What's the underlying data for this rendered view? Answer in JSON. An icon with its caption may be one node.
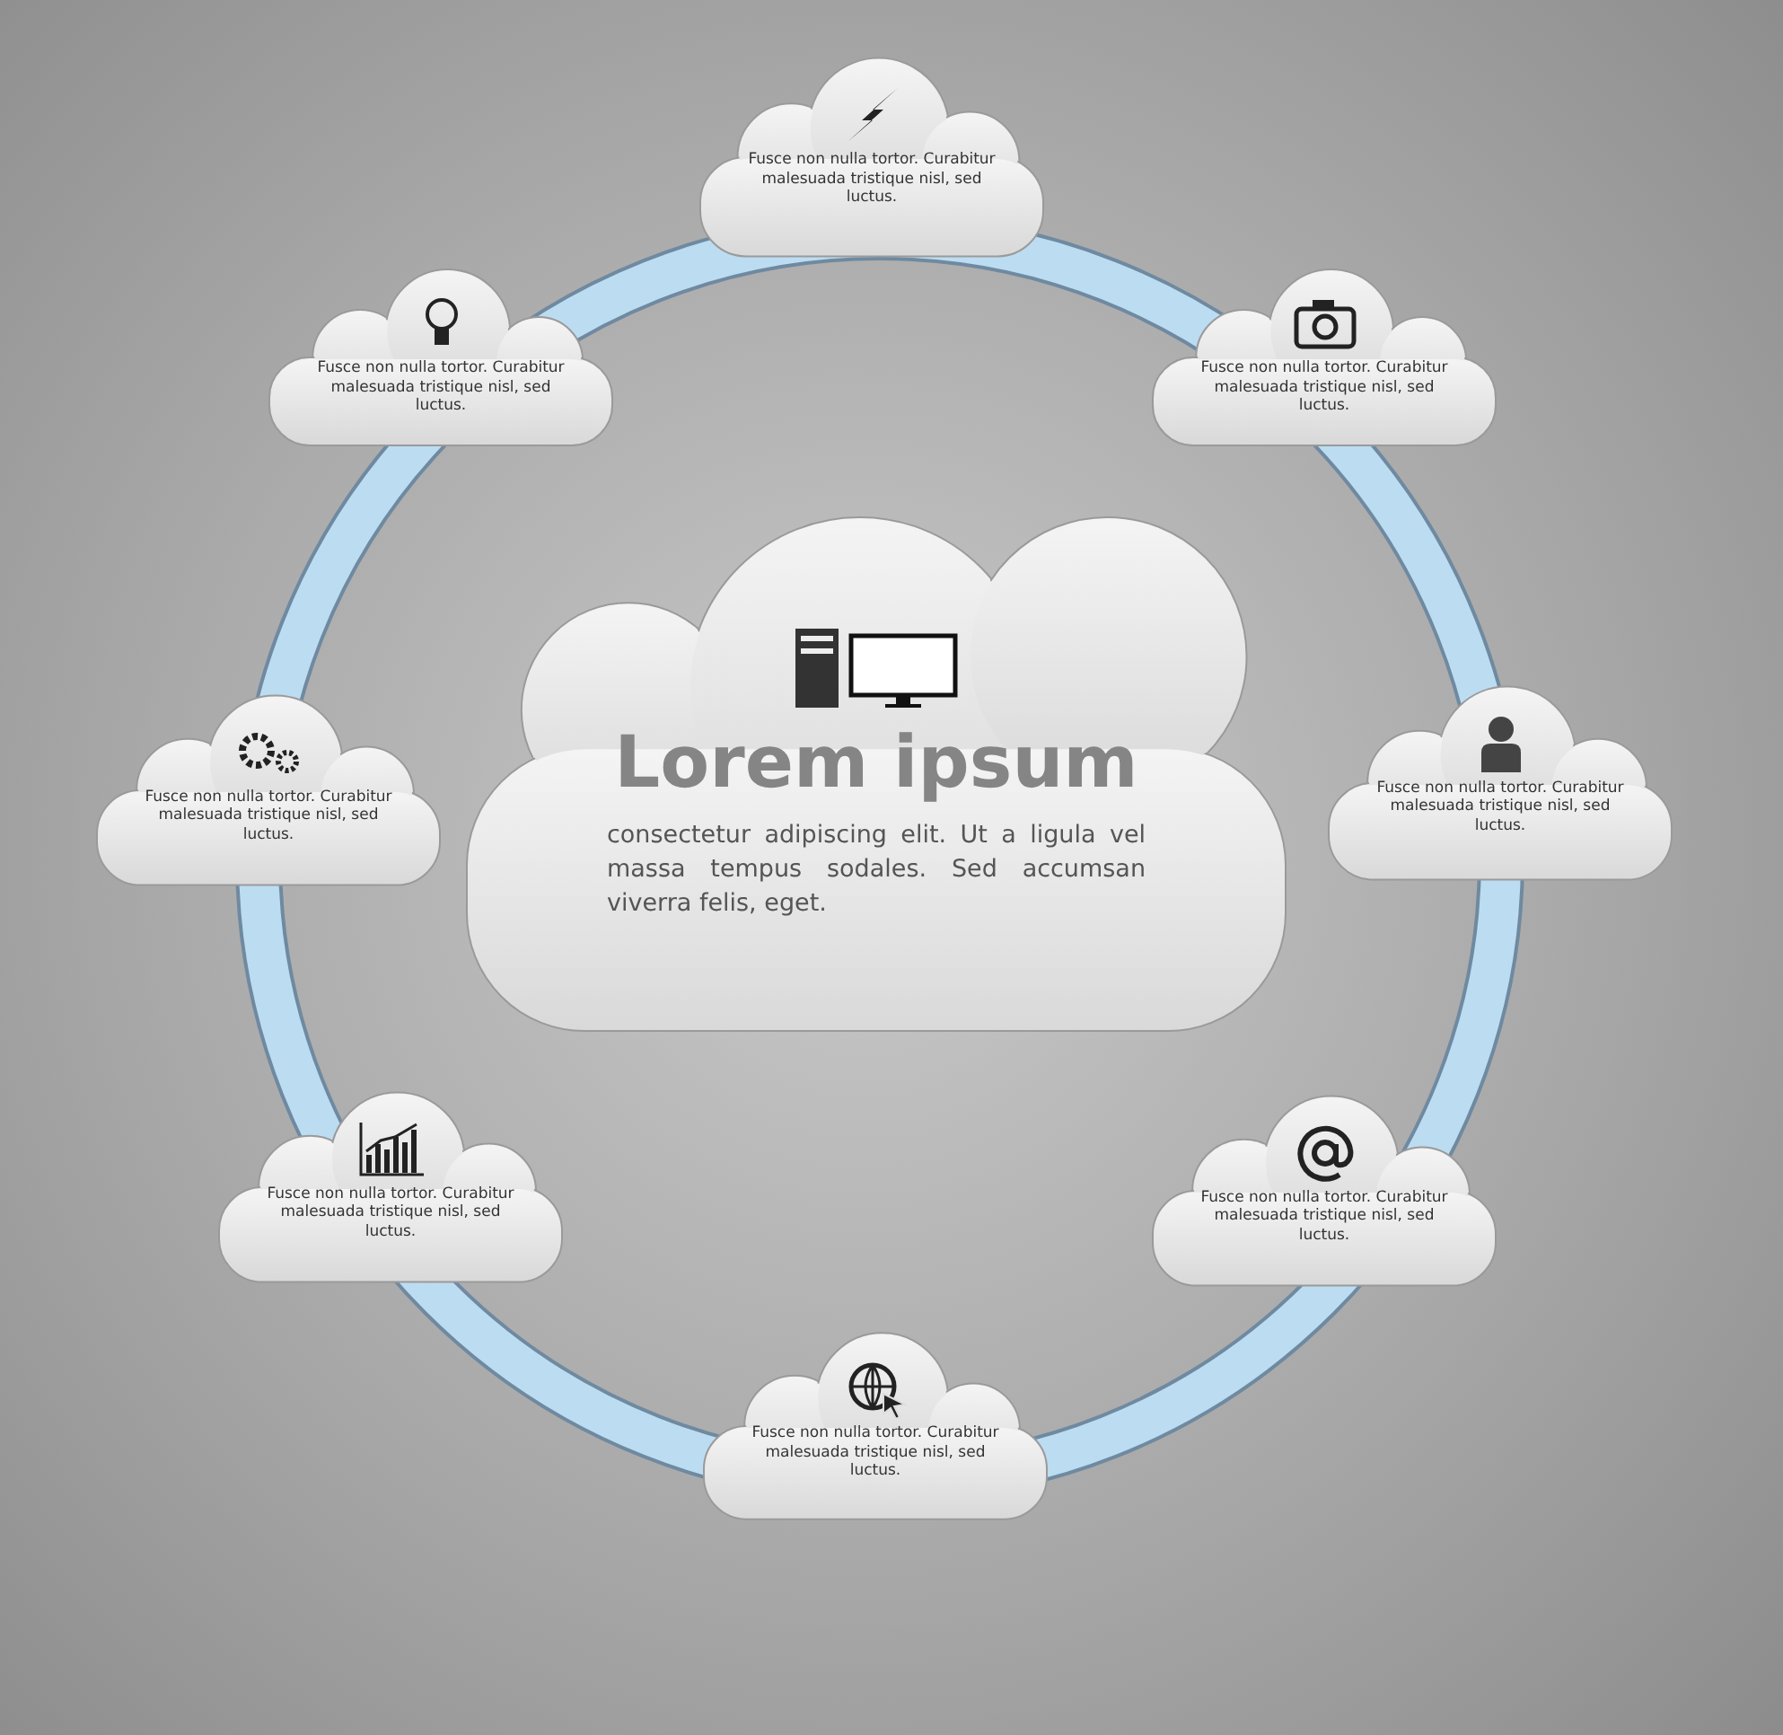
{
  "diagram": {
    "nodes": [
      {
        "text": [
          "Fusce non nulla tortor. Curabitur malesuada tristique nisl, sed luctus."
        ]
      },
      {
        "text": [
          "Fusce non nulla tortor. Curabitur malesuada tristique nisl, sed luctus."
        ]
      },
      {
        "text": [
          "Fusce non nulla tortor. Curabitur malesuada tristique nisl, sed luctus."
        ]
      },
      {
        "text": [
          "Lorem ipsum",
          "consectetur adipiscing elit. Ut a ligula vel massa tempus sodales. Sed accumsan viverra felis, eget."
        ]
      },
      {
        "text": [
          "Fusce non nulla tortor. Curabitur malesuada tristique nisl, sed luctus."
        ]
      },
      {
        "text": [
          "Fusce non nulla tortor. Curabitur malesuada tristique nisl, sed luctus."
        ]
      },
      {
        "text": [
          "Fusce non nulla tortor. Curabitur malesuada tristique nisl, sed luctus."
        ]
      },
      {
        "text": [
          "Fusce non nulla tortor. Curabitur malesuada tristique nisl, sed luctus."
        ]
      },
      {
        "text": [
          "Fusce non nulla tortor. Curabitur malesuada tristique nisl, sed luctus."
        ]
      }
    ]
  }
}
